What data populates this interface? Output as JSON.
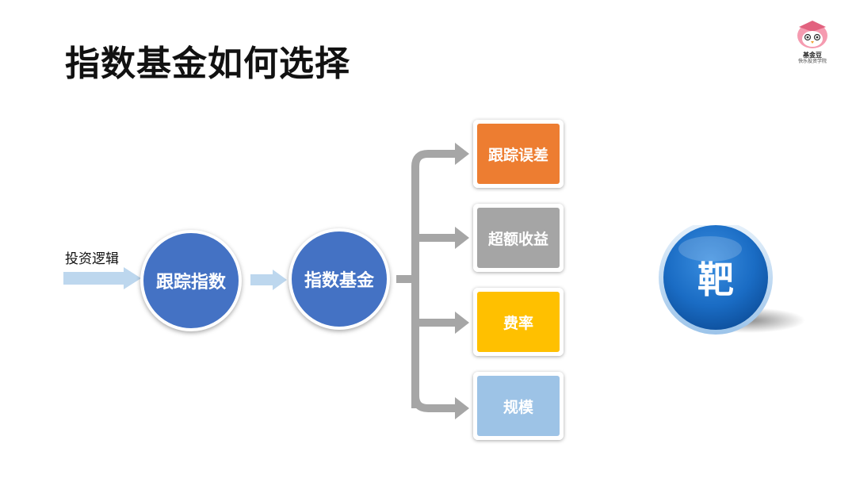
{
  "title": "指数基金如何选择",
  "logo": {
    "name": "基金豆",
    "tagline": "快乐投资学院",
    "icon": "owl-mascot-icon"
  },
  "input_label": "投资逻辑",
  "nodes": {
    "tracking_index": "跟踪指数",
    "index_fund": "指数基金",
    "target": "靶"
  },
  "branches": [
    {
      "label": "跟踪误差",
      "color": "#ed7d31"
    },
    {
      "label": "超额收益",
      "color": "#a5a5a5"
    },
    {
      "label": "费率",
      "color": "#ffc000"
    },
    {
      "label": "规模",
      "color": "#9dc3e6"
    }
  ],
  "colors": {
    "circle": "#4472c4",
    "arrow_light": "#bdd7ee",
    "arrow_gray": "#a6a6a6",
    "target": "#1f6fc5"
  }
}
